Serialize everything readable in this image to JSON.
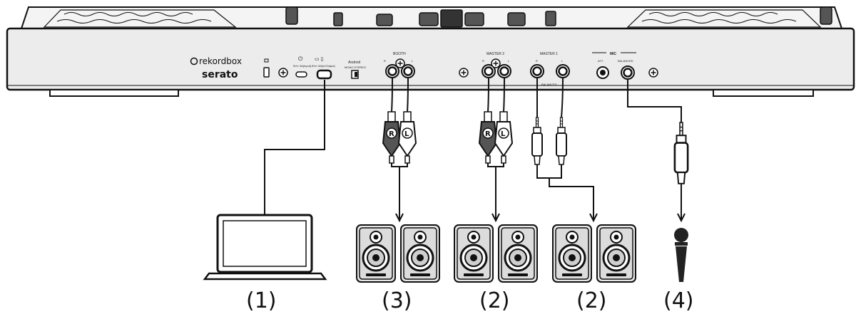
{
  "panel": {
    "brand_rekordbox": "rekordbox",
    "brand_serato": "serato",
    "port_5v_input": "5V═ 3A(Input)",
    "port_5v_io": "5V═ 3A(In/Output)",
    "android_label": "Android",
    "android_switch": "MONO  STEREO",
    "booth_label": "BOOTH",
    "master2_label": "MASTER 2",
    "master1_label": "MASTER 1",
    "mic_label": "MIC",
    "att_label": "ATT.",
    "balanced_mic": "BALANCED",
    "balanced_master1": "BALANCED",
    "ch_r": "R",
    "ch_l": "L"
  },
  "plugs": {
    "r": "R",
    "l": "L"
  },
  "callouts": {
    "laptop": "(1)",
    "booth_speakers": "(3)",
    "master2_speakers": "(2)",
    "master1_speakers": "(2)",
    "microphone": "(4)"
  },
  "colors": {
    "line": "#111111",
    "panel": "#ececec",
    "speaker_body": "#e6e6e6",
    "plug_dark": "#555555"
  }
}
